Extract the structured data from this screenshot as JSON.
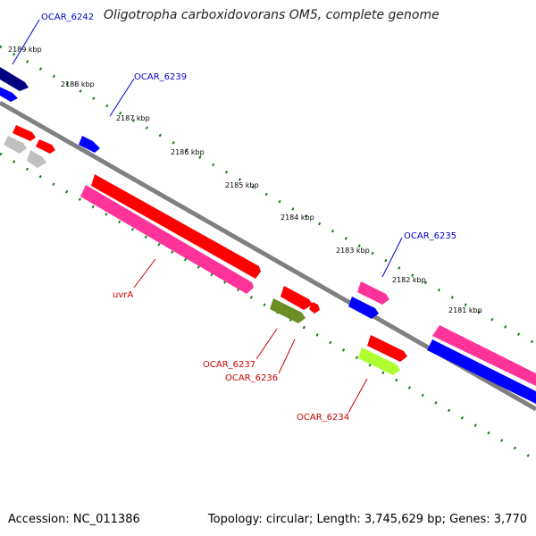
{
  "title": "Oligotropha carboxidovorans OM5, complete genome",
  "footer": {
    "accession": "Accession: NC_011386",
    "topology": "Topology: circular; Length: 3,745,629 bp; Genes: 3,770"
  },
  "ticks": [
    "2189 kbp",
    "2188 kbp",
    "2187 kbp",
    "2186 kbp",
    "2185 kbp",
    "2184 kbp",
    "2183 kbp",
    "2182 kbp",
    "2181 kbp"
  ],
  "labels": {
    "ocar6242": "OCAR_6242",
    "ocar6239": "OCAR_6239",
    "ocar6235": "OCAR_6235",
    "uvra": "uvrA",
    "ocar6237": "OCAR_6237",
    "ocar6236": "OCAR_6236",
    "ocar6234": "OCAR_6234"
  },
  "colors": {
    "backbone": "#808080",
    "tick_dots": "#1a7a1a",
    "gene_red": "#ff0000",
    "gene_pink": "#ff3399",
    "gene_blue": "#0000ff",
    "gene_navy": "#000080",
    "gene_gray": "#c0c0c0",
    "gene_olive": "#6b8e23",
    "gene_lime": "#adff2f",
    "label_blue": "#0000cc",
    "label_red": "#cc0000"
  }
}
